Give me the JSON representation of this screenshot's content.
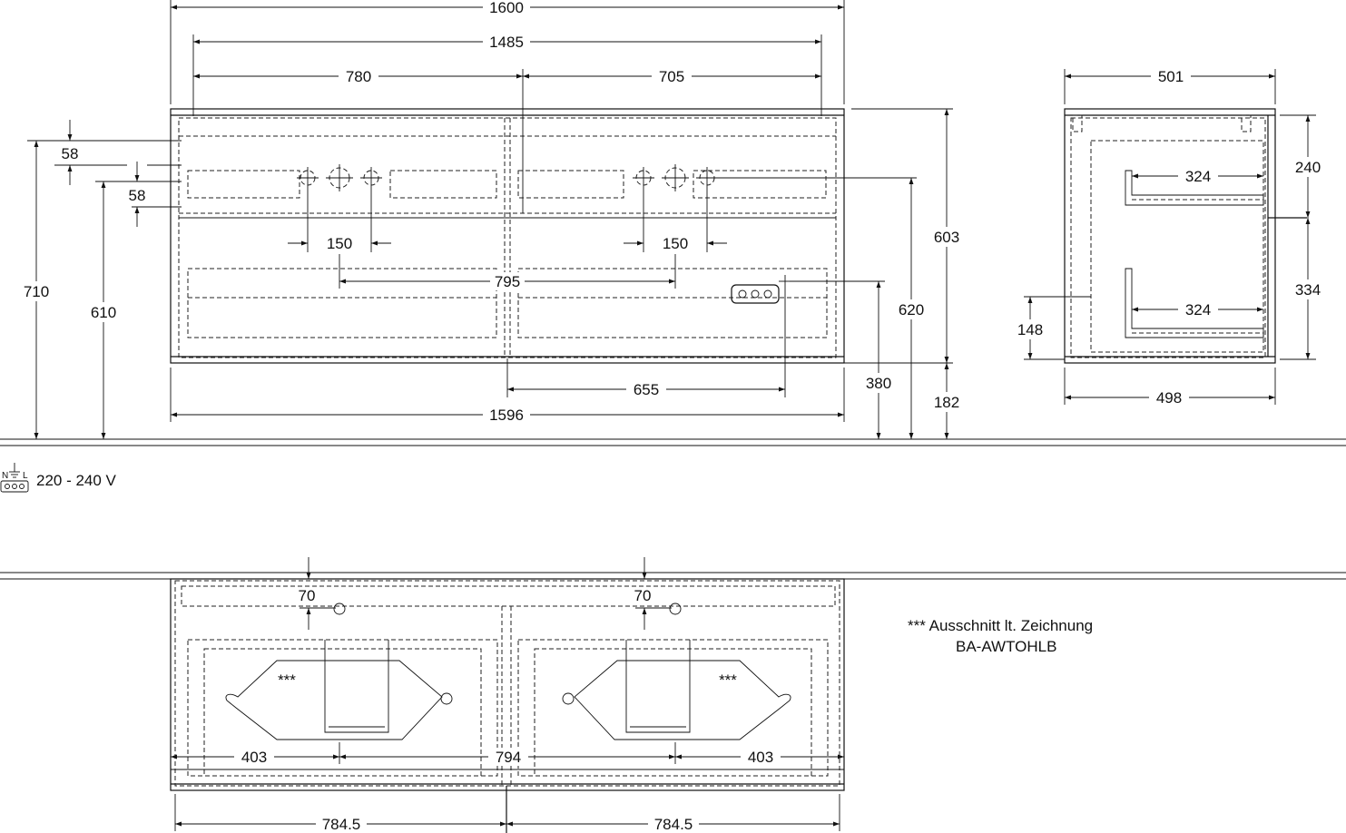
{
  "front_view": {
    "dims": {
      "w1600": "1600",
      "w1485": "1485",
      "w780": "780",
      "w705": "705",
      "h58a": "58",
      "h58b": "58",
      "h710": "710",
      "h610": "610",
      "d150a": "150",
      "d150b": "150",
      "d795": "795",
      "h603": "603",
      "h620": "620",
      "h380": "380",
      "h182": "182",
      "d655": "655",
      "w1596": "1596"
    }
  },
  "side_view": {
    "dims": {
      "w501": "501",
      "h240": "240",
      "d324a": "324",
      "d324b": "324",
      "h334": "334",
      "h148": "148",
      "w498": "498"
    }
  },
  "power": {
    "voltage": "220 - 240 V",
    "symbol_label_n": "N",
    "symbol_label_l": "L"
  },
  "top_view": {
    "dims": {
      "d70a": "70",
      "d70b": "70",
      "d403a": "403",
      "d794": "794",
      "d403b": "403",
      "w784a": "784.5",
      "w784b": "784.5"
    },
    "marks": {
      "stars_left": "***",
      "stars_right": "***"
    }
  },
  "note": {
    "line1": "*** Ausschnitt lt. Zeichnung",
    "line2": "BA-AWTOHLB"
  }
}
